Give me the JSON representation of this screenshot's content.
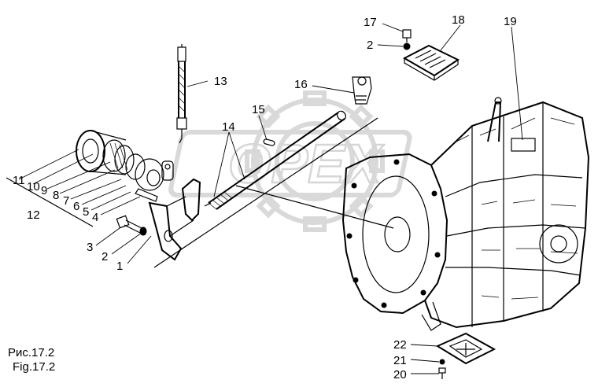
{
  "figure": {
    "caption_ru": "Рис.17.2",
    "caption_en": "Fig.17.2",
    "watermark_text": "OPEX"
  },
  "callouts": [
    {
      "id": "c1",
      "label": "1"
    },
    {
      "id": "c2a",
      "label": "2"
    },
    {
      "id": "c3",
      "label": "3"
    },
    {
      "id": "c4",
      "label": "4"
    },
    {
      "id": "c5",
      "label": "5"
    },
    {
      "id": "c6",
      "label": "6"
    },
    {
      "id": "c7",
      "label": "7"
    },
    {
      "id": "c8",
      "label": "8"
    },
    {
      "id": "c9",
      "label": "9"
    },
    {
      "id": "c10",
      "label": "10"
    },
    {
      "id": "c11",
      "label": "11"
    },
    {
      "id": "c12",
      "label": "12"
    },
    {
      "id": "c13",
      "label": "13"
    },
    {
      "id": "c14",
      "label": "14"
    },
    {
      "id": "c15",
      "label": "15"
    },
    {
      "id": "c16",
      "label": "16"
    },
    {
      "id": "c17",
      "label": "17"
    },
    {
      "id": "c2b",
      "label": "2"
    },
    {
      "id": "c18",
      "label": "18"
    },
    {
      "id": "c19",
      "label": "19"
    },
    {
      "id": "c20",
      "label": "20"
    },
    {
      "id": "c21",
      "label": "21"
    },
    {
      "id": "c22",
      "label": "22"
    }
  ]
}
